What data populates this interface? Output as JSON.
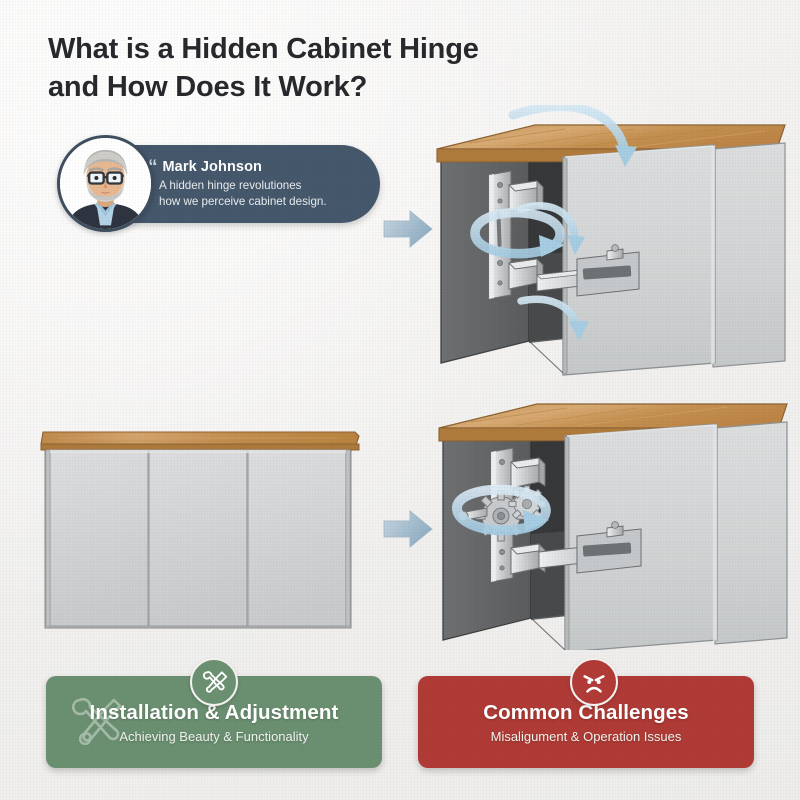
{
  "page": {
    "background_color": "#f4f3f2",
    "title_line1": "What is a Hidden Cabinet Hinge",
    "title_line2": "and How Does It Work?",
    "title_color": "#27292c"
  },
  "quote_card": {
    "background_color": "#46586b",
    "quote_mark": "“",
    "speaker_name": "Mark Johnson",
    "quote_line1": "A hidden hinge revolutiones",
    "quote_line2": "how we perceive cabinet design.",
    "avatar_icon": "person-avatar-icon",
    "avatar_description": "Elderly man with gray hair, beard, dark glasses, dark suit jacket and light blue shirt"
  },
  "illustrations": [
    {
      "id": "top-right-cabinet-open",
      "name": "cabinet-open-hinge-detail",
      "description": "Three-quarter view cabinet with wood countertop, dark gray carcass, light gray doors, exposed concealed hinge plate and rotation arrows",
      "wood_top_color": "#c58f4f",
      "carcass_color": "#5b5d5f",
      "door_color": "#d2d4d5",
      "arrow_color": "#b9d6e8"
    },
    {
      "id": "bottom-left-cabinet-closed",
      "name": "cabinet-closed-front",
      "description": "Front elevation of a closed three-door cabinet with wood countertop",
      "wood_top_color": "#c58f4f",
      "door_color": "#d2d4d5"
    },
    {
      "id": "bottom-right-cabinet-gear",
      "name": "cabinet-open-gear-mechanism",
      "description": "Three-quarter view cabinet with wood countertop, dark carcass, light gray doors and a gear/cam adjustment mechanism with rotation arrow",
      "wood_top_color": "#c58f4f",
      "carcass_color": "#5b5d5f",
      "door_color": "#d2d4d5",
      "arrow_color": "#b9d6e8"
    }
  ],
  "flow_arrows": [
    {
      "id": "arrow-top",
      "direction": "right",
      "color": "#a8c0d2"
    },
    {
      "id": "arrow-bottom",
      "direction": "right",
      "color": "#a8c0d2"
    }
  ],
  "banners": [
    {
      "id": "installation",
      "title": "Installation & Adjustment",
      "subtitle": "Achieving Beauty & Functionality",
      "background_color": "#6b9071",
      "badge_icon": "wrench-screwdriver-icon",
      "watermark_icon": "wrench-screwdriver-icon"
    },
    {
      "id": "challenges",
      "title": "Common Challenges",
      "subtitle": "Misaligument & Operation Issues",
      "background_color": "#b03b36",
      "badge_icon": "angry-face-icon",
      "watermark_icon": "angry-face-icon"
    }
  ]
}
